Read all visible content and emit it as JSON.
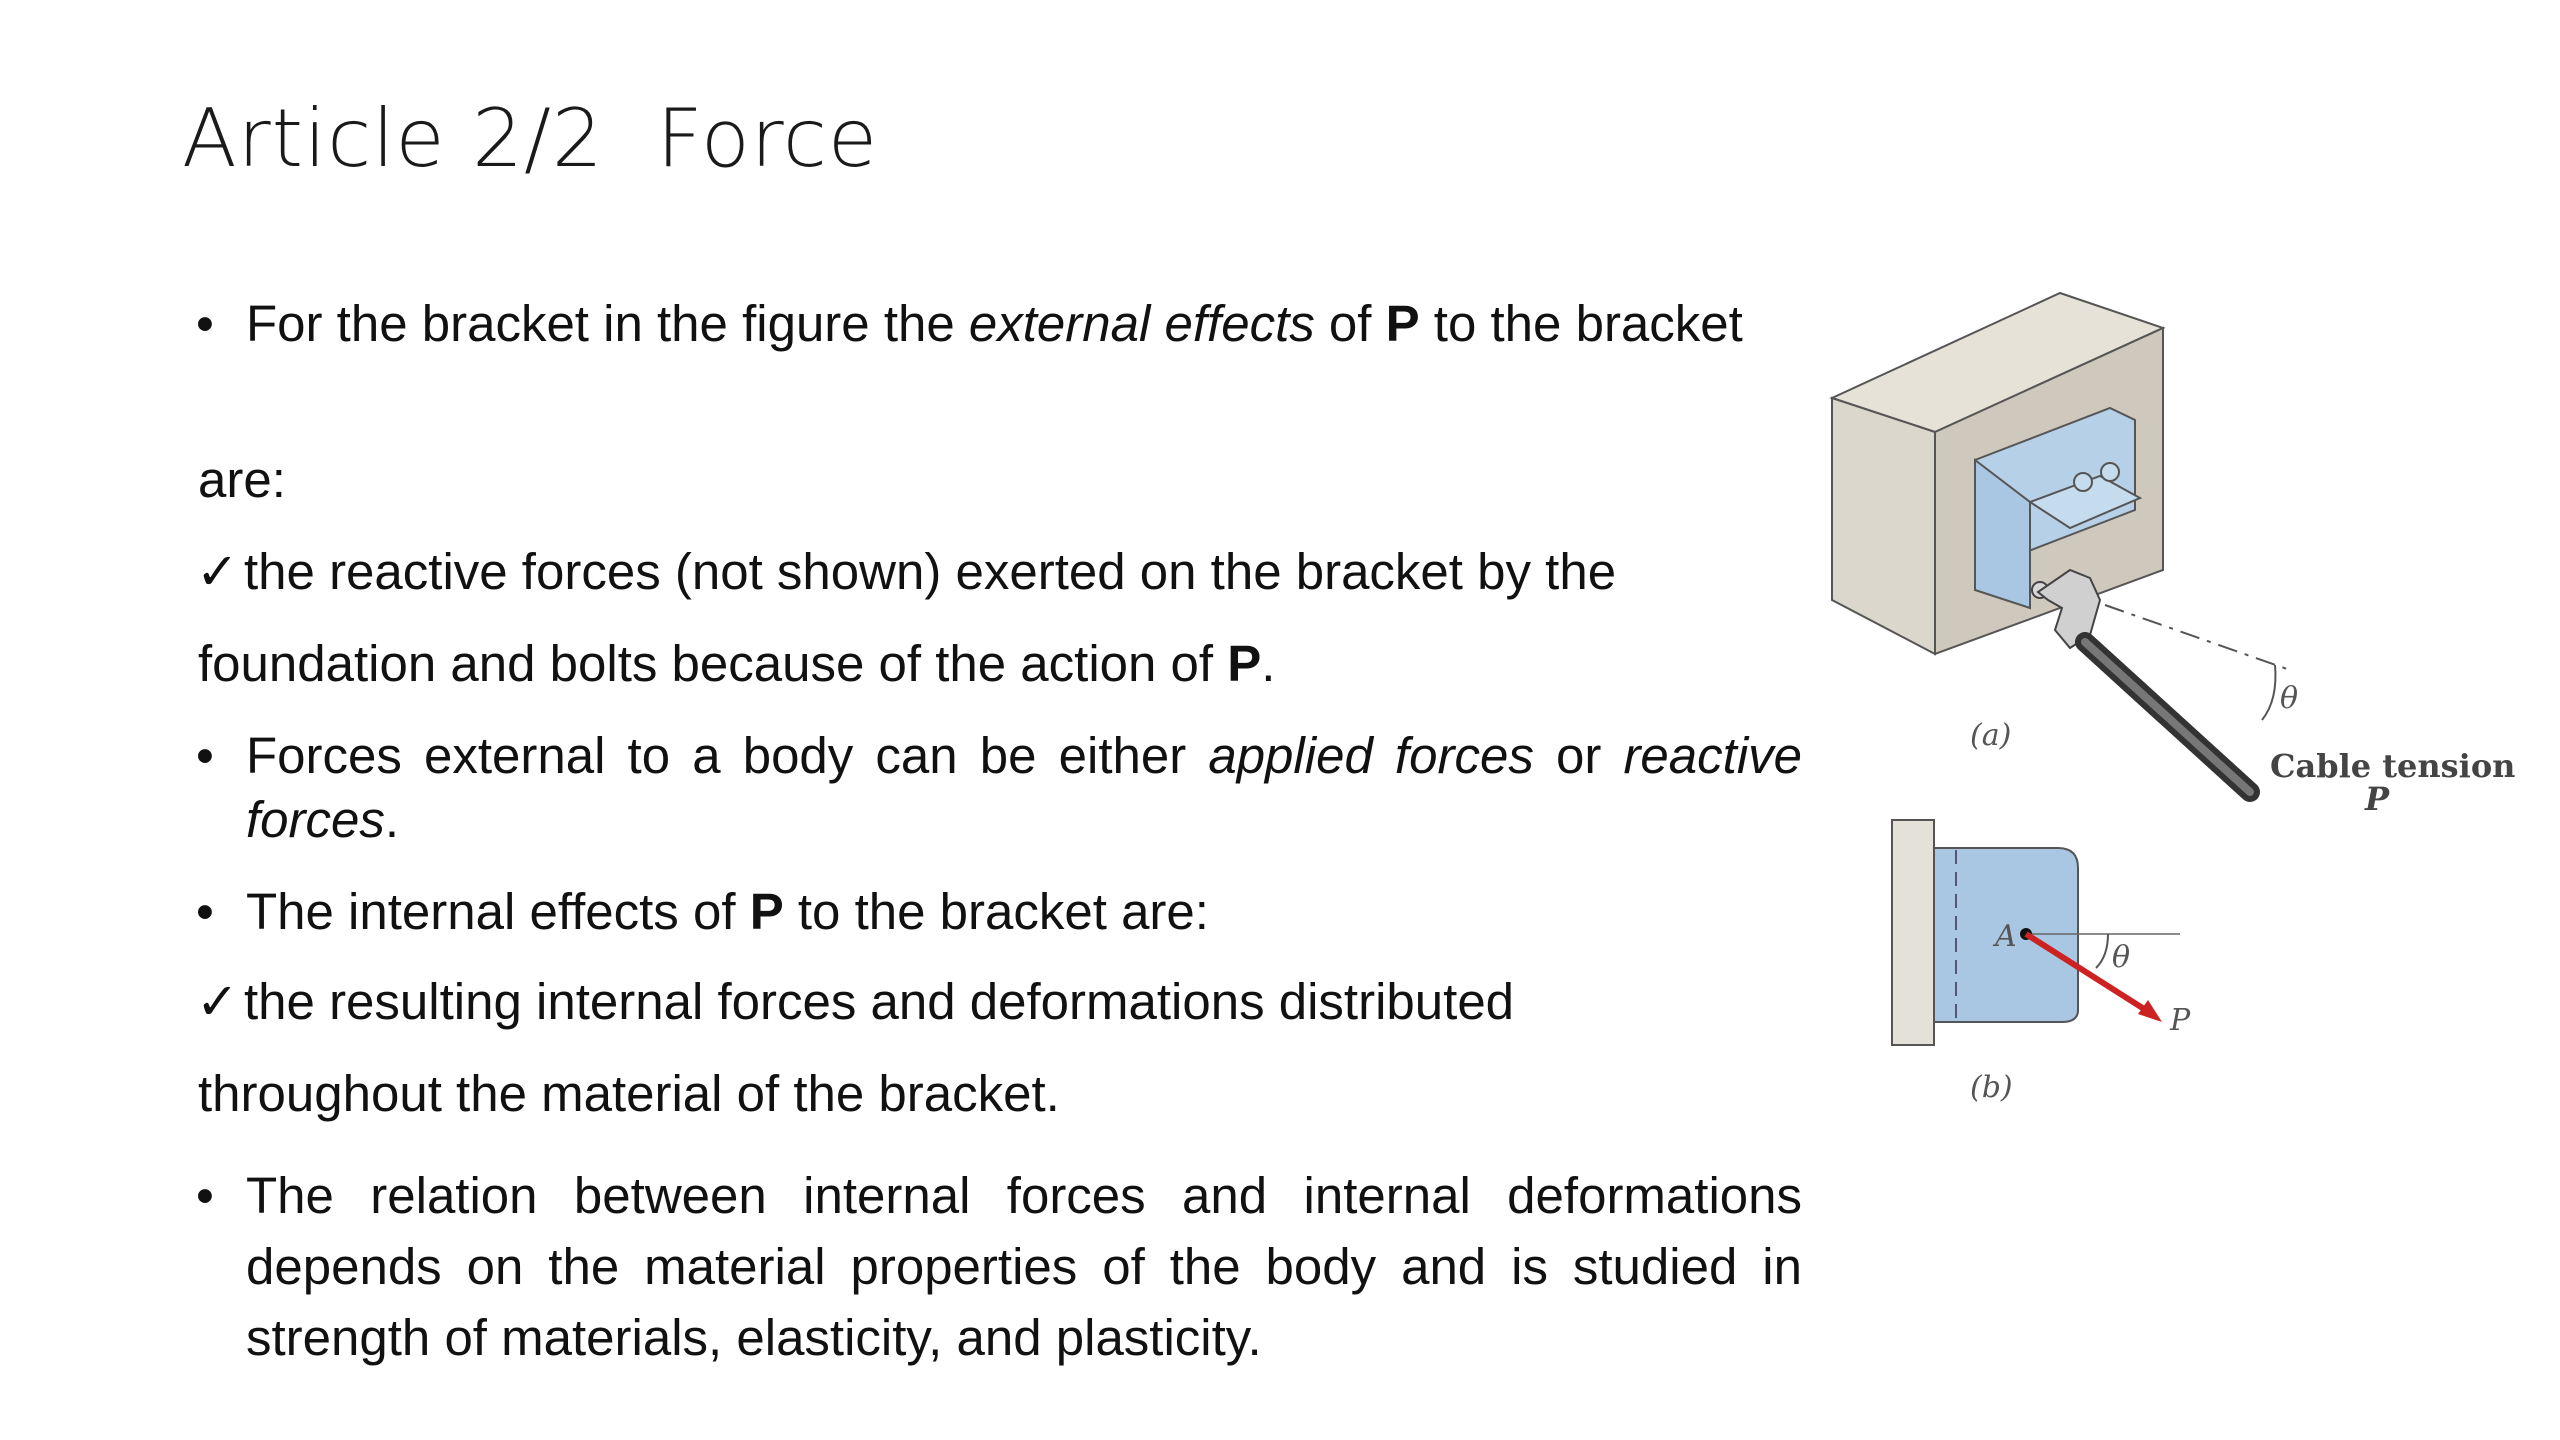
{
  "title": "Article 2/2  Force",
  "content": {
    "b1": {
      "t1": "For the bracket in the figure the ",
      "i1": "external effects",
      "t2": " of ",
      "b": "P",
      "t3": " to the bracket"
    },
    "are": "are:",
    "check_mark": "✓",
    "bullet_mark": "•",
    "c1": {
      "t1": "the reactive forces (not shown) exerted on the bracket by the"
    },
    "c1_cont": {
      "t1": "foundation and bolts because of the action of ",
      "b": "P",
      "t2": "."
    },
    "b2": {
      "t1": "Forces external to a body can be either ",
      "i1": "applied forces",
      "t2": " or ",
      "i2": "reactive forces",
      "t3": "."
    },
    "b3": {
      "t1": "The internal effects of ",
      "b": "P",
      "t2": " to the bracket are:"
    },
    "c2": {
      "t1": "the resulting internal forces and deformations distributed"
    },
    "c2_cont": {
      "t1": "throughout the material of the bracket."
    },
    "b4": {
      "t1": "The relation between internal forces and internal deformations depends on the material properties of the body and is studied in strength of materials, elasticity, and plasticity."
    }
  },
  "figure": {
    "label_a": "(a)",
    "label_b": "(b)",
    "theta": "θ",
    "cable_caption_1": "Cable tension",
    "cable_caption_2": "P",
    "point_a": "A",
    "force_p": "P",
    "colors": {
      "bracket": "#a9c7e2",
      "block": "#d8d3c8",
      "force": "#cc2222"
    }
  }
}
